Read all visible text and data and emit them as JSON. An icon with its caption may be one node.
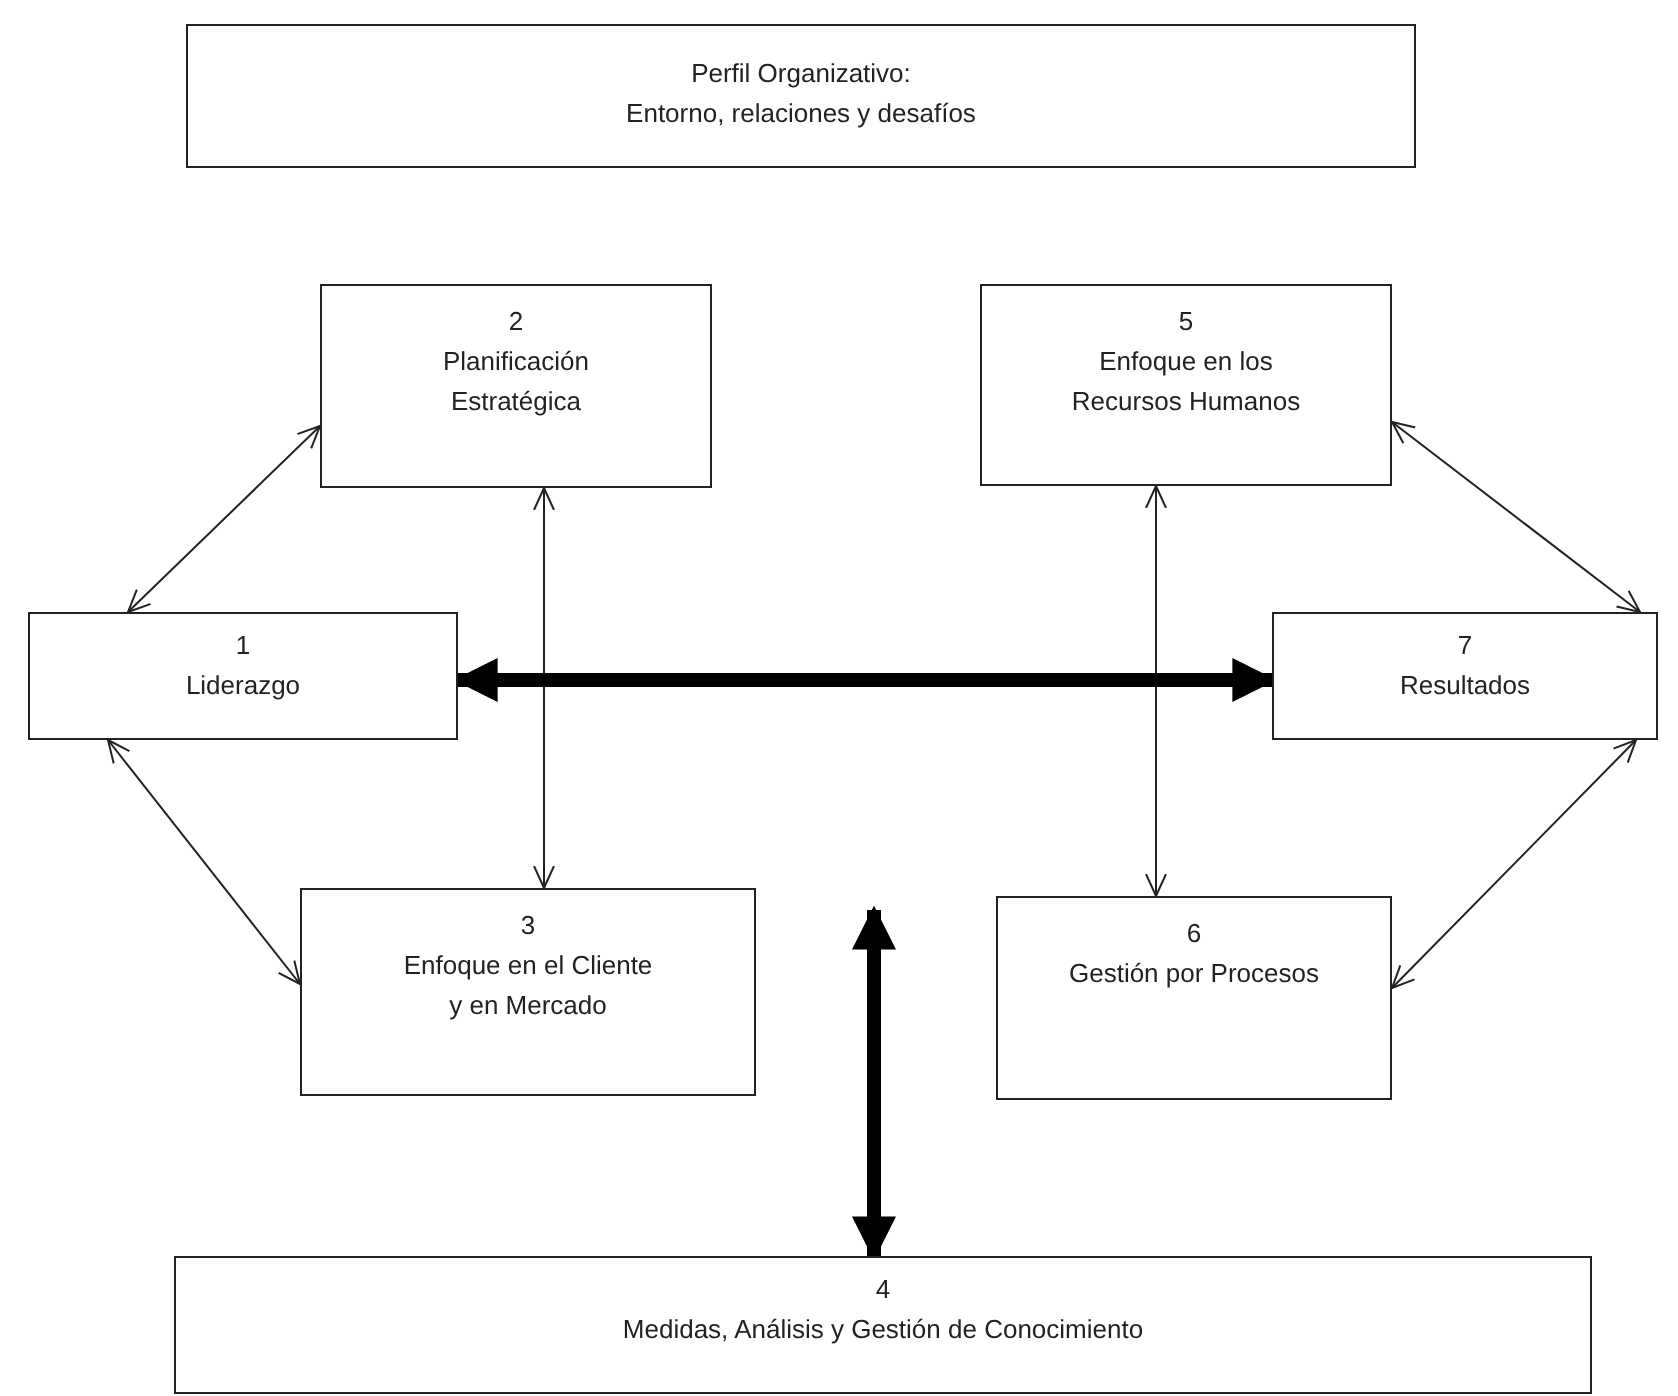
{
  "diagram": {
    "nodes": [
      {
        "text": [
          "Perfil Organizativo:",
          "Entorno, relaciones y desafíos"
        ]
      },
      {
        "text": [
          "1",
          "Liderazgo"
        ]
      },
      {
        "text": [
          "2",
          "Planificación Estratégica"
        ]
      },
      {
        "text": [
          "3",
          "Enfoque en el Cliente y en Mercado"
        ]
      },
      {
        "text": [
          "4",
          "Medidas, Análisis y Gestión de Conocimiento"
        ]
      },
      {
        "text": [
          "5",
          "Enfoque en los Recursos Humanos"
        ]
      },
      {
        "text": [
          "6",
          "Gestión por Procesos"
        ]
      },
      {
        "text": [
          "7",
          "Resultados"
        ]
      }
    ],
    "edges": [
      {
        "from": 1,
        "to": 2,
        "arrow": "both"
      },
      {
        "from": 2,
        "to": 3,
        "arrow": "both"
      },
      {
        "from": 1,
        "to": 3,
        "arrow": "both"
      },
      {
        "from": 5,
        "to": 6,
        "arrow": "both"
      },
      {
        "from": 5,
        "to": 7,
        "arrow": "both"
      },
      {
        "from": 6,
        "to": 7,
        "arrow": "both"
      },
      {
        "from": 1,
        "to": 7,
        "arrow": "both",
        "style": "thick"
      },
      {
        "from": null,
        "to": 4,
        "arrow": "both",
        "style": "thick"
      }
    ]
  }
}
